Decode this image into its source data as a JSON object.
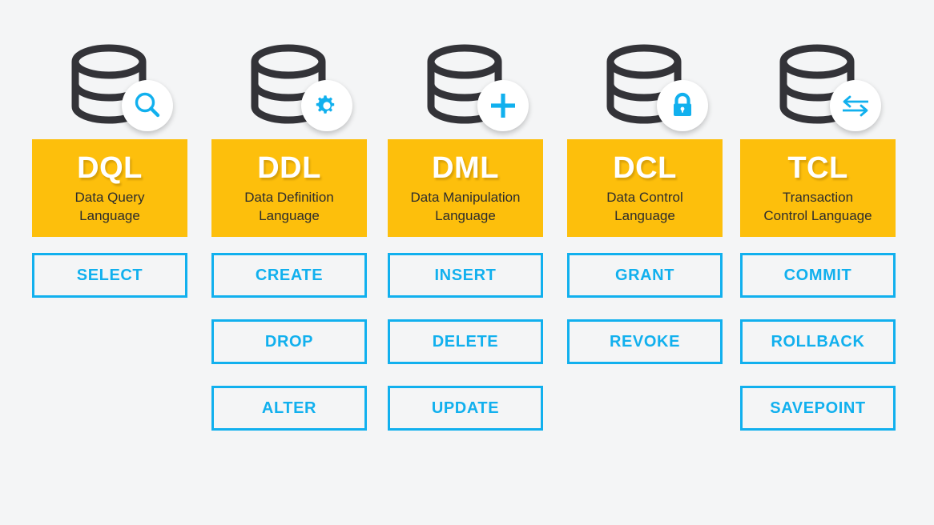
{
  "theme": {
    "background": "#f4f5f6",
    "panel_yellow": "#fdbf0c",
    "accent_blue": "#11b0ee",
    "db_dark": "#333338",
    "panel_title_color": "#ffffff",
    "panel_subtitle_color": "#2d2d2d"
  },
  "columns": [
    {
      "icon_name": "database-search-icon",
      "badge_icon": "magnifier-icon",
      "abbr": "DQL",
      "full_line1": "Data Query",
      "full_line2": "Language",
      "commands": [
        "SELECT"
      ]
    },
    {
      "icon_name": "database-gear-icon",
      "badge_icon": "gear-icon",
      "abbr": "DDL",
      "full_line1": "Data Definition",
      "full_line2": "Language",
      "commands": [
        "CREATE",
        "DROP",
        "ALTER"
      ]
    },
    {
      "icon_name": "database-plus-icon",
      "badge_icon": "plus-icon",
      "abbr": "DML",
      "full_line1": "Data Manipulation",
      "full_line2": "Language",
      "commands": [
        "INSERT",
        "DELETE",
        "UPDATE"
      ]
    },
    {
      "icon_name": "database-lock-icon",
      "badge_icon": "lock-icon",
      "abbr": "DCL",
      "full_line1": "Data Control",
      "full_line2": "Language",
      "commands": [
        "GRANT",
        "REVOKE"
      ]
    },
    {
      "icon_name": "database-transfer-icon",
      "badge_icon": "two-way-arrows-icon",
      "abbr": "TCL",
      "full_line1": "Transaction",
      "full_line2": "Control Language",
      "commands": [
        "COMMIT",
        "ROLLBACK",
        "SAVEPOINT"
      ]
    }
  ]
}
